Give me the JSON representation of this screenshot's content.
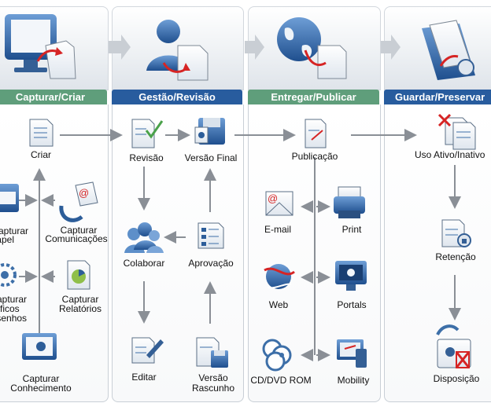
{
  "phases": [
    {
      "label": "Capturar/Criar",
      "color": "#5f9e7b"
    },
    {
      "label": "Gestão/Revisão",
      "color": "#285c9e"
    },
    {
      "label": "Entregar/Publicar",
      "color": "#5f9e7b"
    },
    {
      "label": "Guardar/Preservar",
      "color": "#285c9e"
    }
  ],
  "capture": {
    "criar": "Criar",
    "papel": [
      "Capturar",
      "Papel"
    ],
    "comunicacoes": [
      "Capturar",
      "Comunicações"
    ],
    "graficos": [
      "Capturar",
      "Gráficos",
      "Desenhos"
    ],
    "relatorios": [
      "Capturar",
      "Relatórios"
    ],
    "conhecimento": [
      "Capturar",
      "Conhecimento"
    ]
  },
  "manage": {
    "revisao": "Revisão",
    "versao_final": "Versão Final",
    "colaborar": "Colaborar",
    "aprovacao": "Aprovação",
    "editar": "Editar",
    "versao_rascunho": [
      "Versão",
      "Rascunho"
    ]
  },
  "deliver": {
    "publicacao": "Publicação",
    "email": "E-mail",
    "print": "Print",
    "web": "Web",
    "portals": "Portals",
    "cddvd": "CD/DVD ROM",
    "mobility": "Mobility"
  },
  "preserve": {
    "uso": "Uso Ativo/Inativo",
    "retencao": "Retenção",
    "disposicao": "Disposição"
  },
  "colors": {
    "arrow": "#8a8f96",
    "doc_blue": "#3d6fa8",
    "accent_red": "#d62424",
    "check_green": "#4aa14a"
  }
}
